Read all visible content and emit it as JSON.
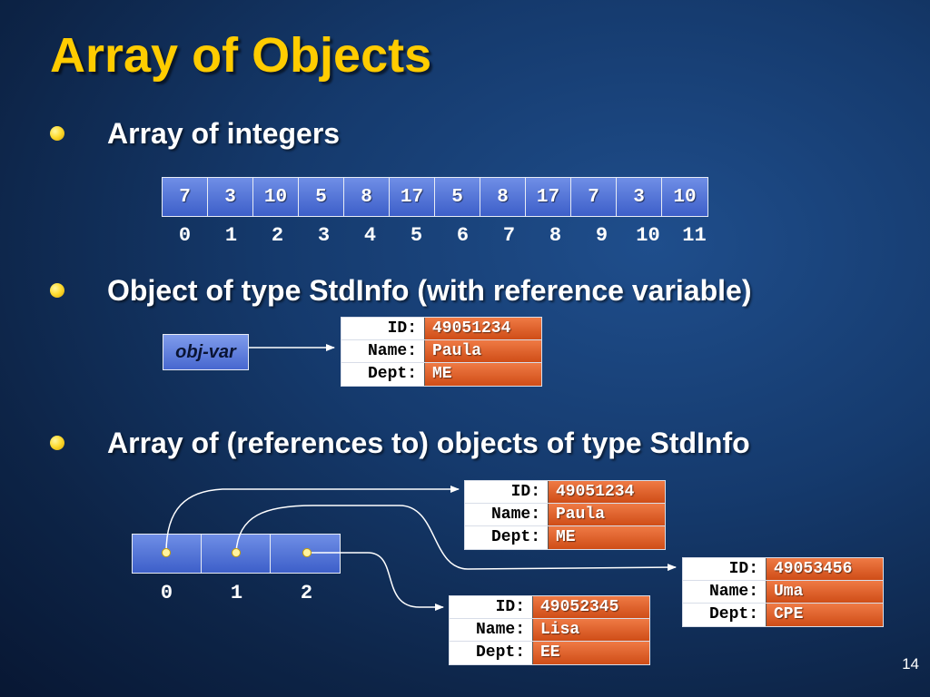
{
  "title": "Array of Objects",
  "bullets": [
    "Array of integers",
    "Object of type StdInfo (with reference variable)",
    "Array of (references to) objects of type StdInfo"
  ],
  "int_array": {
    "values": [
      "7",
      "3",
      "10",
      "5",
      "8",
      "17",
      "5",
      "8",
      "17",
      "7",
      "3",
      "10"
    ],
    "indices": [
      "0",
      "1",
      "2",
      "3",
      "4",
      "5",
      "6",
      "7",
      "8",
      "9",
      "10",
      "11"
    ]
  },
  "obj_var": "obj-var",
  "labels": {
    "id": "ID:",
    "name": "Name:",
    "dept": "Dept:"
  },
  "single_object": {
    "id": "49051234",
    "name": "Paula",
    "dept": "ME"
  },
  "ref_array": {
    "indices": [
      "0",
      "1",
      "2"
    ]
  },
  "objects": [
    {
      "id": "49051234",
      "name": "Paula",
      "dept": "ME"
    },
    {
      "id": "49053456",
      "name": "Uma",
      "dept": "CPE"
    },
    {
      "id": "49052345",
      "name": "Lisa",
      "dept": "EE"
    }
  ],
  "page_number": "14",
  "colors": {
    "title": "#ffcc00",
    "background": "#153a6d",
    "array_cell": "#4f6fd6",
    "value_field": "#e06530",
    "label_field": "#ffffff"
  }
}
